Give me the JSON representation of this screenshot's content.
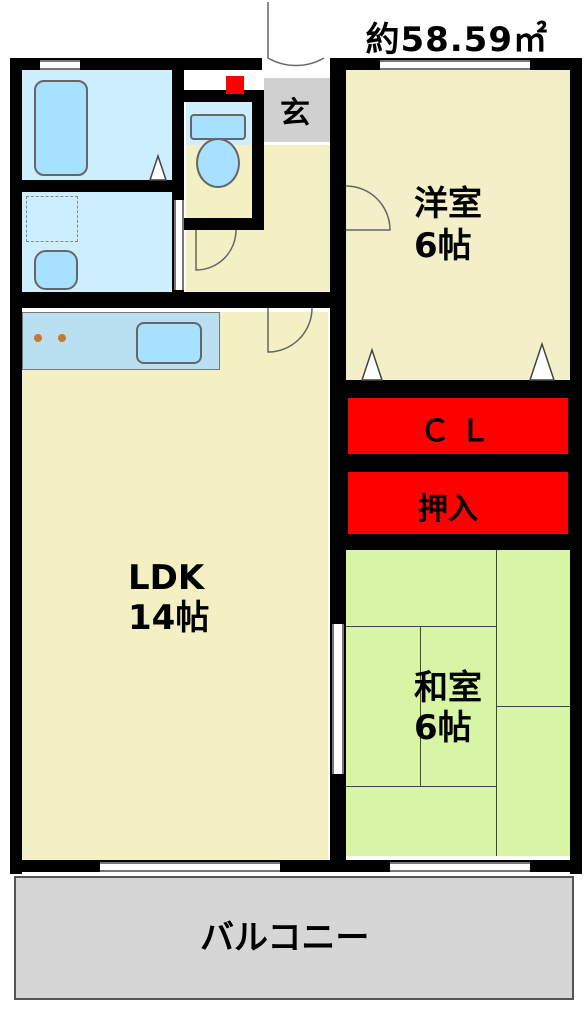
{
  "floorplan": {
    "area": "約58.59㎡",
    "rooms": {
      "entrance": "玄",
      "western_room": {
        "name": "洋室",
        "size": "6帖"
      },
      "closet": "ＣＬ",
      "oshiire": "押入",
      "ldk": {
        "name": "LDK",
        "size": "14帖"
      },
      "japanese_room": {
        "name": "和室",
        "size": "6帖"
      },
      "balcony": "バルコニー"
    },
    "colors": {
      "wall": "#000000",
      "western_floor": "#f2efc9",
      "ldk_floor": "#f3f0c4",
      "tatami": "#d8f5a6",
      "closet": "#ff0000",
      "wet_area": "#cdeefe",
      "fixture": "#a8e0ff",
      "balcony": "#d6d6d6",
      "entrance_floor": "#d0d0d0"
    }
  }
}
